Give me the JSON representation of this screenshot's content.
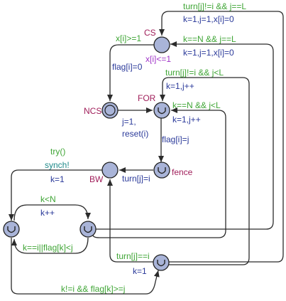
{
  "locations": {
    "cs": {
      "name": "CS",
      "invariant": "x[i]<=1"
    },
    "ncs": {
      "name": "NCS"
    },
    "for": {
      "name": "FOR"
    },
    "fence": {
      "name": "fence"
    },
    "bw": {
      "name": "BW"
    }
  },
  "edges": {
    "cs_to_ncs": {
      "guard": "x[i]>=1",
      "update": "flag[i]=0"
    },
    "ncs_to_for": {
      "update1": "j=1,",
      "update2": "reset(i)"
    },
    "for_to_fence": {
      "update": "flag[i]=j"
    },
    "fence_to_bw": {
      "update": "turn[j]=i"
    },
    "bw_to_lm": {
      "guard": "try()",
      "sync": "synch!",
      "update": "k=1"
    },
    "lm_to_rm": {
      "guard": "k<N",
      "update": "k++"
    },
    "rm_to_lm": {
      "guard": "k==i||flag[k]<j"
    },
    "lm_to_bot": {
      "guard": "k!=i && flag[k]>=j"
    },
    "bot_to_bw": {
      "guard": "turn[j]==i",
      "update": "k=1"
    },
    "top_loop": {
      "guard": "turn[j]!=i && j==L",
      "update": "k=1,j=1,x[i]=0"
    },
    "rm_to_cs": {
      "guard": "k==N && j==L",
      "update": "k=1,j=1,x[i]=0"
    },
    "bot_to_for": {
      "guard": "turn[j]!=i && j<L",
      "update": "k=1,j++"
    },
    "rm_to_for": {
      "guard": "k==N && j<L",
      "update": "k=1,j++"
    }
  }
}
